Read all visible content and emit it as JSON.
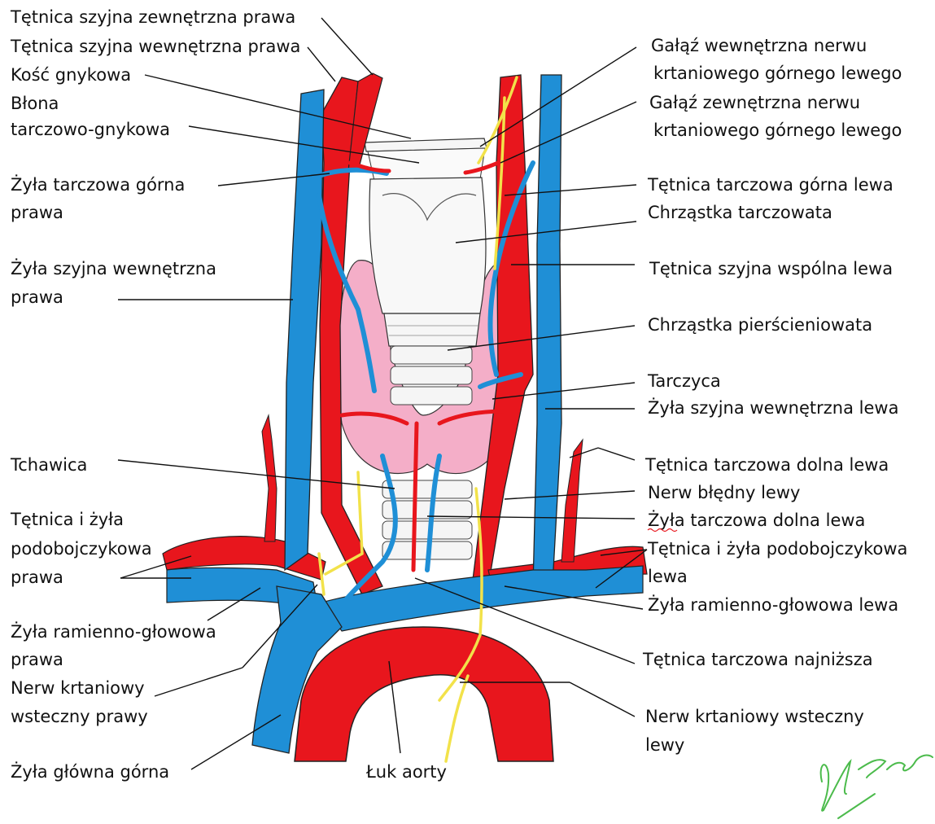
{
  "labels": {
    "l1": "Tętnica szyjna zewnętrzna prawa",
    "l2": "Tętnica szyjna wewnętrzna prawa",
    "l3": "Kość gnykowa",
    "l4a": "Błona",
    "l4b": "tarczowo-gnykowa",
    "l5a": "Żyła tarczowa górna",
    "l5b": "prawa",
    "l6a": "Żyła szyjna wewnętrzna",
    "l6b": "prawa",
    "l7": "Tchawica",
    "l8a": "Tętnica i żyła",
    "l8b": "podobojczykowa",
    "l8c": "prawa",
    "l9a": "Żyła ramienno-głowowa",
    "l9b": "prawa",
    "l10a": "Nerw krtaniowy",
    "l10b": "wsteczny prawy",
    "l11": "Żyła główna górna",
    "l12": "Łuk aorty",
    "r1a": "Gałąź wewnętrzna nerwu",
    "r1b": "krtaniowego górnego lewego",
    "r2a": "Gałąź zewnętrzna nerwu",
    "r2b": "krtaniowego górnego lewego",
    "r3": "Tętnica tarczowa górna lewa",
    "r4": "Chrząstka tarczowata",
    "r5": "Tętnica szyjna wspólna lewa",
    "r6": "Chrząstka pierścieniowata",
    "r7": "Tarczyca",
    "r8": "Żyła szyjna wewnętrzna lewa",
    "r9": "Tętnica tarczowa dolna lewa",
    "r10": "Nerw błędny lewy",
    "r11": "Żyła tarczowa dolna lewa",
    "r12a": "Tętnica i żyła podobojczykowa",
    "r12b": "lewa",
    "r13": "Żyła ramienno-głowowa lewa",
    "r14": "Tętnica tarczowa najniższa",
    "r15a": "Nerw krtaniowy wsteczny",
    "r15b": "lewy"
  },
  "signature": "M Szpol",
  "colors": {
    "artery": "#e8161d",
    "vein": "#1f8fd6",
    "nerve": "#f2e24a",
    "thyroid": "#f4aec8",
    "cartilage": "#f6f6f6",
    "signature": "#4cbb4c"
  }
}
